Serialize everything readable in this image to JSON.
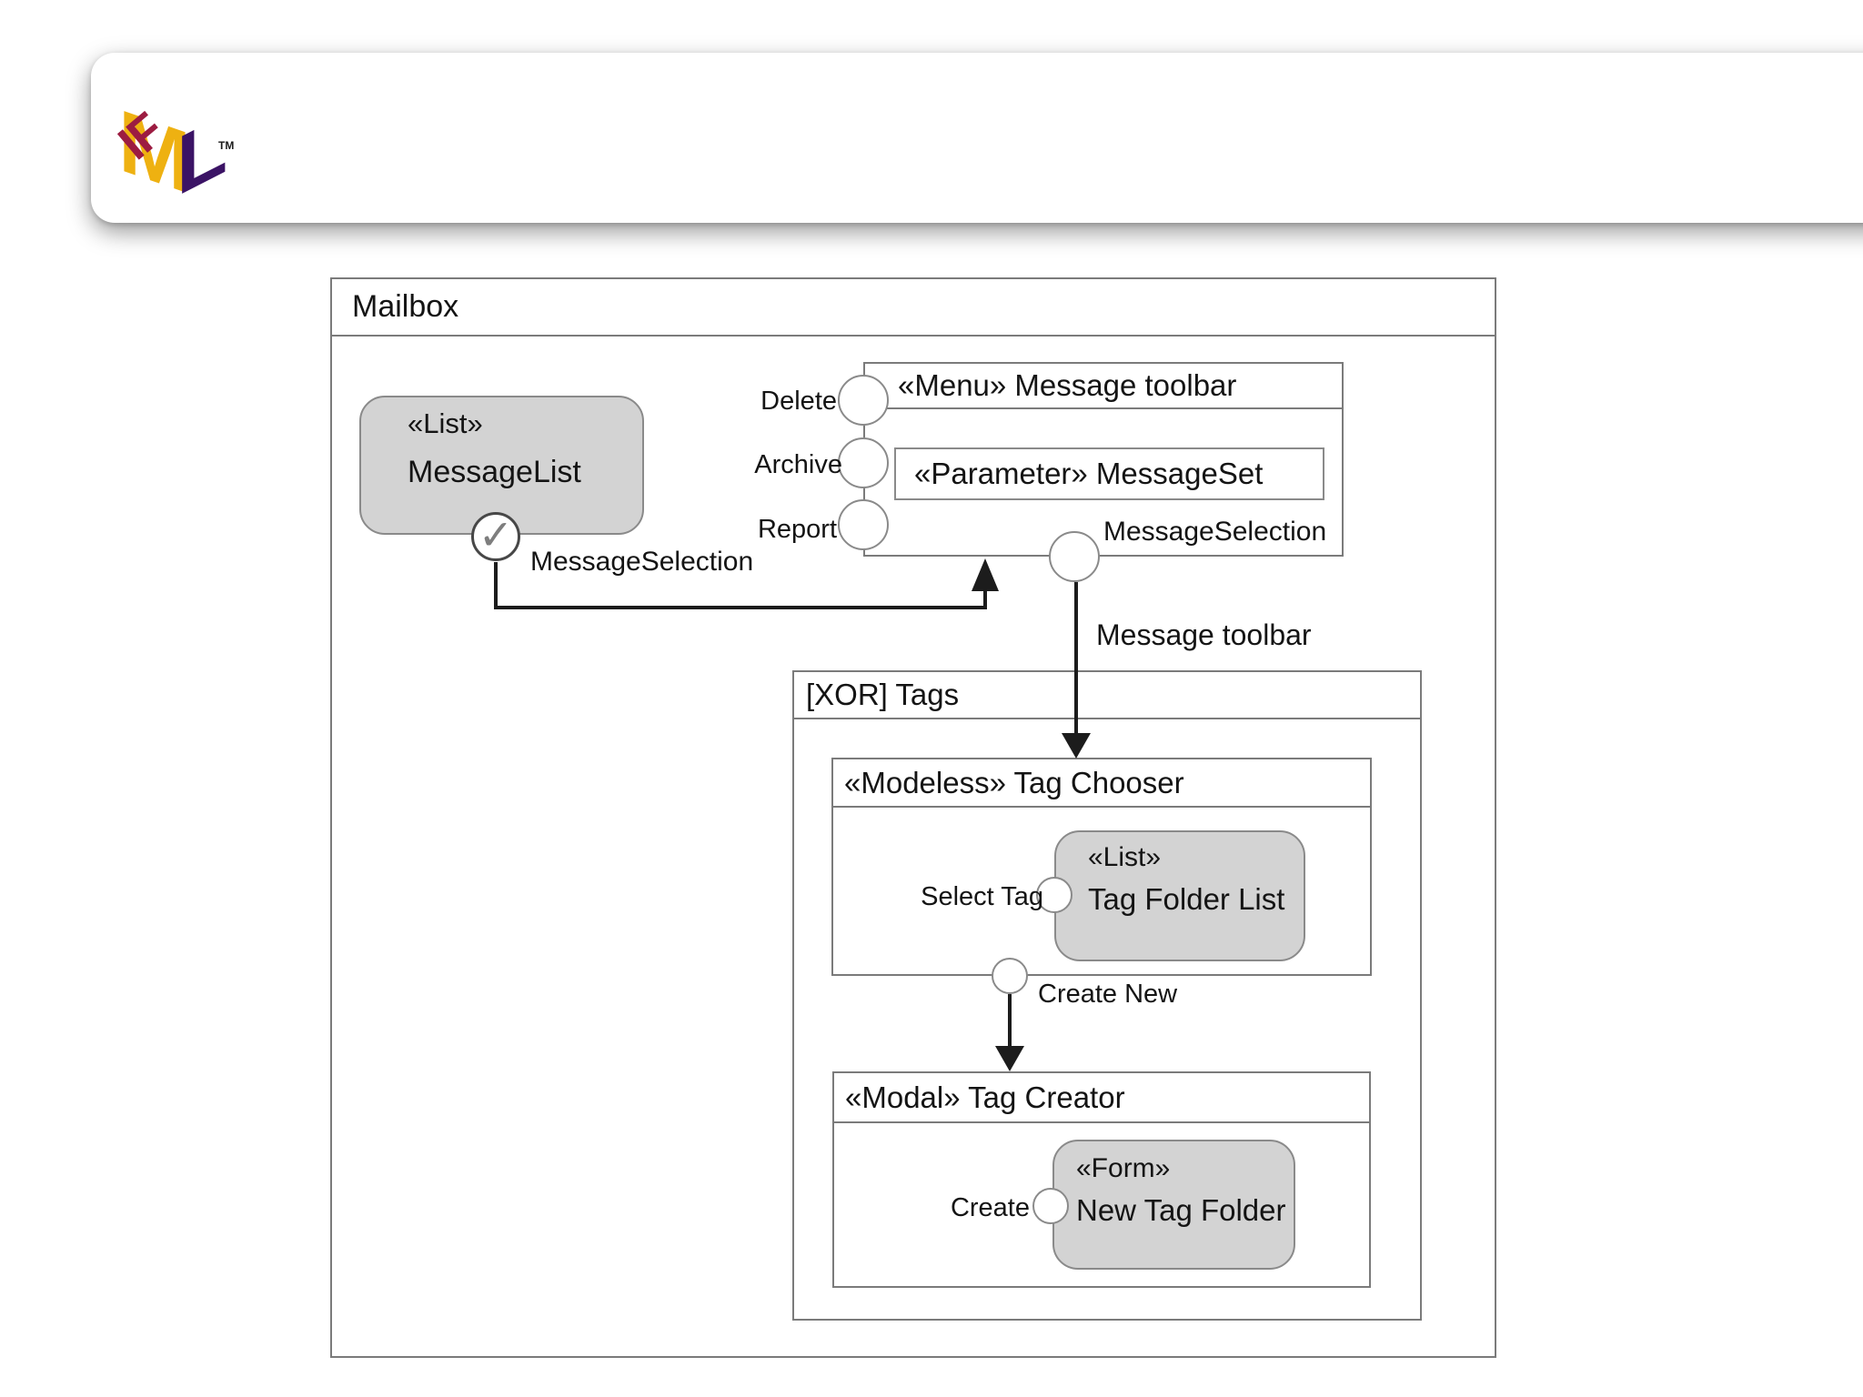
{
  "header": {
    "logo": {
      "if": "IF",
      "m": "M",
      "l": "L",
      "tm": "TM"
    }
  },
  "diagram": {
    "mailbox_title": "Mailbox",
    "message_list": {
      "stereotype": "«List»",
      "name": "MessageList"
    },
    "message_toolbar": {
      "title": "«Menu» Message toolbar",
      "parameter": "«Parameter» MessageSet",
      "event_delete": "Delete",
      "event_archive": "Archive",
      "event_report": "Report",
      "port_message_selection": "MessageSelection"
    },
    "flow_message_selection": "MessageSelection",
    "flow_message_toolbar": "Message toolbar",
    "tags": {
      "title": "[XOR] Tags",
      "chooser": {
        "title": "«Modeless» Tag Chooser",
        "list_stereotype": "«List»",
        "list_name": "Tag Folder List",
        "event_select_tag": "Select Tag",
        "event_create_new": "Create New"
      },
      "creator": {
        "title": "«Modal» Tag Creator",
        "form_stereotype": "«Form»",
        "form_name": "New Tag Folder",
        "event_create": "Create"
      }
    }
  },
  "icons": {
    "selection_checkmark": "✓"
  },
  "colors": {
    "container_border": "#7b7b7b",
    "box_border": "#8a8a8a",
    "box_fill": "#d3d3d3",
    "circle_border": "#8a8a8a",
    "arrow": "#1c1c1c",
    "text": "#141414",
    "check": "#7e7e7e",
    "logo_m": "#eeb111",
    "logo_if": "#9c1c41",
    "logo_l": "#3b1365"
  }
}
